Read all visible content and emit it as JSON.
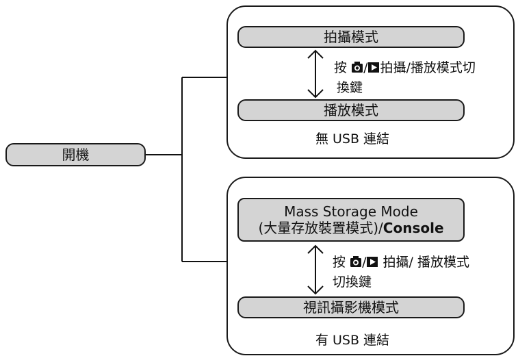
{
  "start_node": "開機",
  "groups": [
    {
      "top_mode": "拍攝模式",
      "bottom_mode": "播放模式",
      "instruction_prefix": "按",
      "instruction_line1_suffix": "拍攝/播放模式切",
      "instruction_line2": "換鍵",
      "caption": "無 USB 連結"
    },
    {
      "top_mode_line1": "Mass Storage Mode",
      "top_mode_line2_a": "(大量存放裝置模式)/",
      "top_mode_line2_b": "Console",
      "bottom_mode": "視訊攝影機模式",
      "instruction_prefix": "按",
      "instruction_line1_suffix": "拍攝/ 播放模式",
      "instruction_line2": "切換鍵",
      "caption": "有 USB 連結"
    }
  ],
  "icons": [
    "camera-icon",
    "play-icon",
    "double-arrow-icon"
  ]
}
